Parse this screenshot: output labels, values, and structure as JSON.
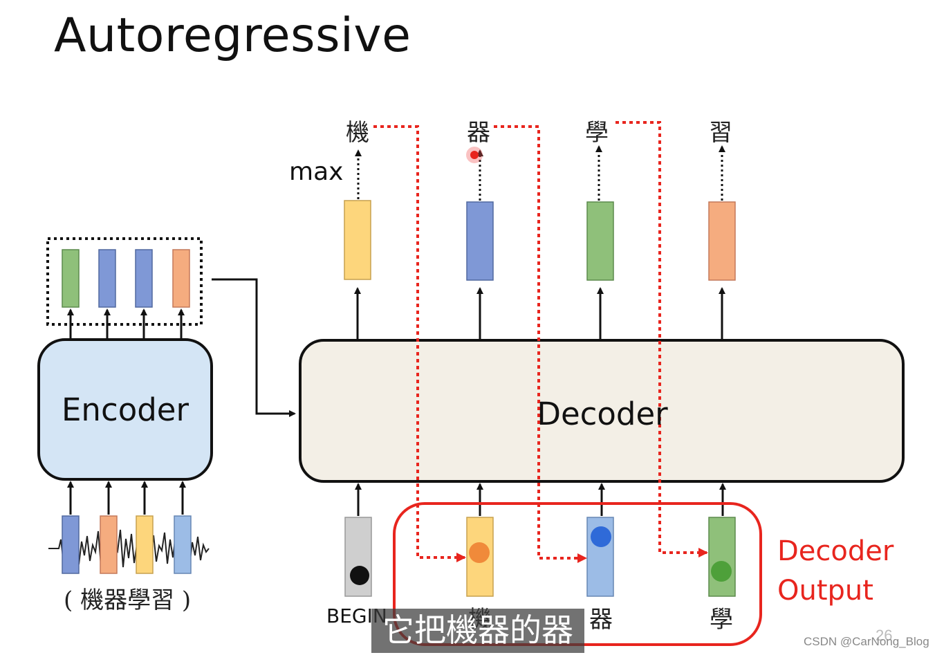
{
  "title": "Autoregressive",
  "encoder": {
    "label": "Encoder",
    "input_text": "( 機器學習 )"
  },
  "decoder": {
    "label": "Decoder"
  },
  "outputs": [
    "機",
    "器",
    "學",
    "習"
  ],
  "max_label": "max",
  "decoder_inputs": {
    "begin": "BEGIN",
    "tokens": [
      "機",
      "器",
      "學"
    ]
  },
  "decoder_output_label": {
    "line1": "Decoder",
    "line2": "Output"
  },
  "caption": "它把機器的器",
  "page_number": "26",
  "watermark": "CSDN @CarNong_Blog",
  "colors": {
    "green": "#8fc07a",
    "blue": "#7f98d6",
    "orange": "#f5ac7f",
    "yellow": "#fdd67c",
    "gray": "#cfcfcf",
    "lightblue": "#9cbce6",
    "accent_red": "#e8251e",
    "encoder_fill": "#d4e5f5",
    "decoder_fill": "#f3efe6"
  }
}
